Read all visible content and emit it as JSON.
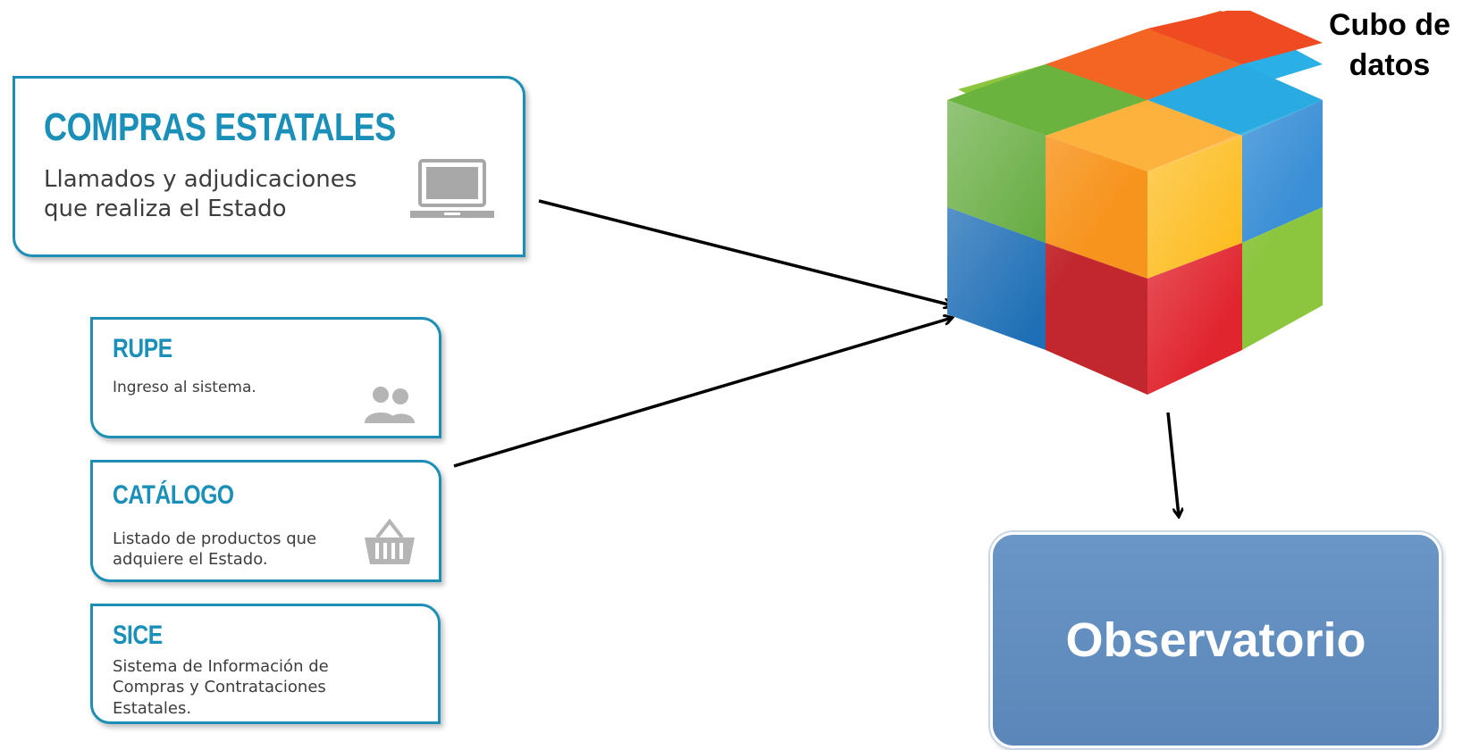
{
  "sources": {
    "compras": {
      "title": "COMPRAS ESTATALES",
      "desc_line1": "Llamados y adjudicaciones",
      "desc_line2": "que realiza el Estado"
    },
    "rupe": {
      "title": "RUPE",
      "desc": "Ingreso al sistema."
    },
    "catalogo": {
      "title": "CATÁLOGO",
      "desc_line1": "Listado de productos que",
      "desc_line2": "adquiere el Estado."
    },
    "sice": {
      "title": "SICE",
      "desc_line1": "Sistema de Información de",
      "desc_line2": "Compras y Contrataciones",
      "desc_line3": "Estatales."
    }
  },
  "cube": {
    "label_line1": "Cubo de",
    "label_line2": "datos",
    "icon": "data-cube-icon"
  },
  "output": {
    "label": "Observatorio",
    "fill": "#5f8cc0"
  },
  "colors": {
    "accent": "#1a8fb8",
    "desc_text": "#3d3d3d",
    "arrow": "#000000"
  },
  "icons": {
    "compras": "laptop-icon",
    "rupe": "users-icon",
    "catalogo": "basket-icon"
  }
}
